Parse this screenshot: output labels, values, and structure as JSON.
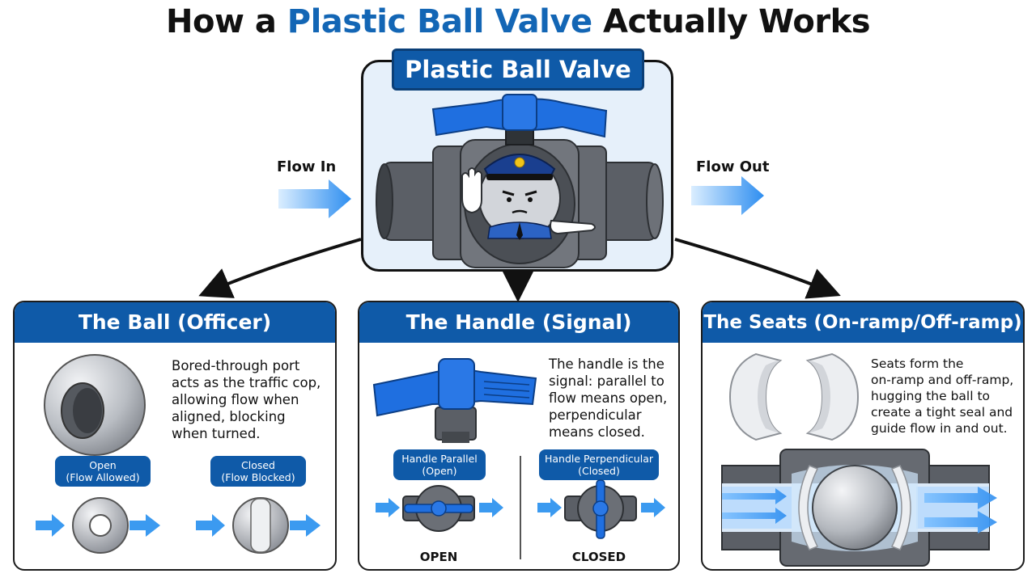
{
  "title": {
    "prefix": "How a ",
    "highlight": "Plastic Ball Valve",
    "suffix": " Actually Works"
  },
  "hero": {
    "label": "Plastic Ball Valve",
    "flow_in": "Flow In",
    "flow_out": "Flow Out"
  },
  "panels": {
    "ball": {
      "title": "The Ball (Officer)",
      "description": [
        "Bored-through port",
        "acts as the traffic cop,",
        "allowing flow when",
        "aligned, blocking",
        "when turned."
      ],
      "open_label": [
        "Open",
        "(Flow Allowed)"
      ],
      "closed_label": [
        "Closed",
        "(Flow Blocked)"
      ]
    },
    "handle": {
      "title": "The Handle (Signal)",
      "description": [
        "The handle is the",
        "signal: parallel to",
        "flow means open,",
        "perpendicular",
        "means closed."
      ],
      "parallel_label": [
        "Handle Parallel",
        "(Open)"
      ],
      "perpendicular_label": [
        "Handle Perpendicular",
        "(Closed)"
      ],
      "open_state": "OPEN",
      "closed_state": "CLOSED"
    },
    "seats": {
      "title": "The Seats (On-ramp/Off-ramp)",
      "description": [
        "Seats form the",
        "on-ramp and off-ramp,",
        "hugging the ball to",
        "create a tight seal and",
        "guide flow in and out."
      ]
    }
  },
  "colors": {
    "brand_blue": "#0f5aa8",
    "handle_blue": "#1f6fe0",
    "pipe_gray": "#5b5f66",
    "ball_silver": "#c9ccd1",
    "flow_arrow": "#3b9af0"
  }
}
